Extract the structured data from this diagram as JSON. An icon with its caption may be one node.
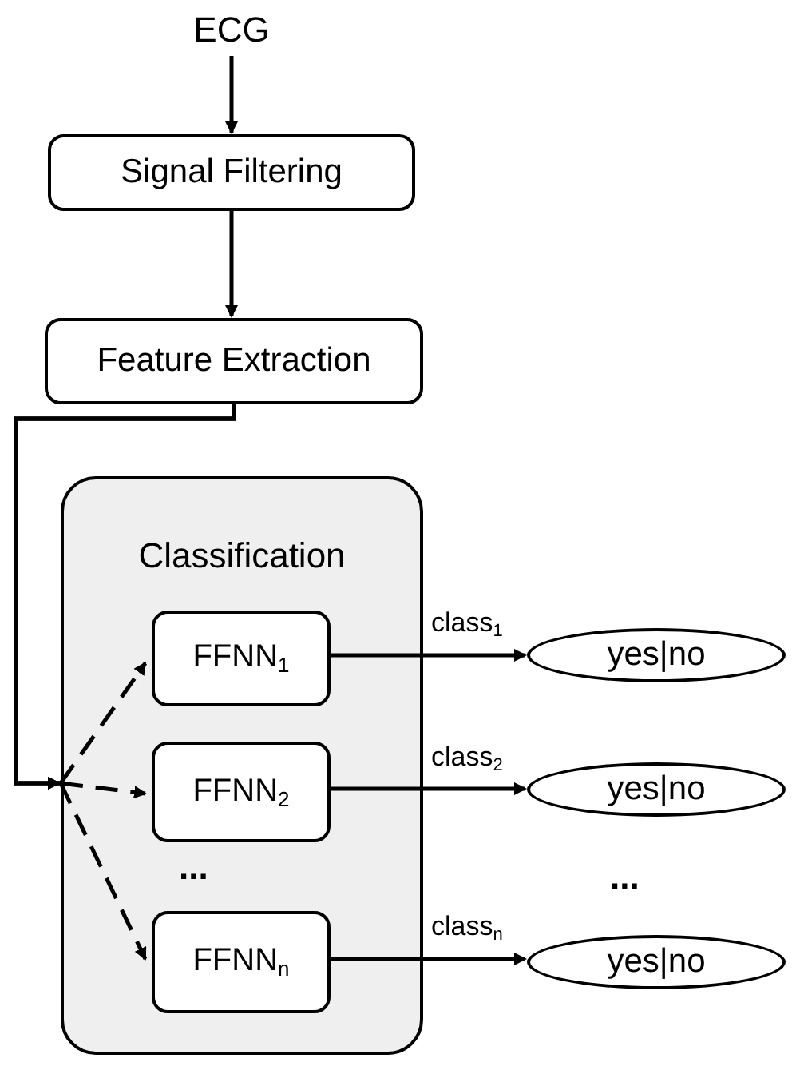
{
  "diagram": {
    "nodes": [
      {
        "text": [
          "ECG"
        ]
      },
      {
        "text": [
          "Signal Filtering"
        ]
      },
      {
        "text": [
          "Feature Extraction"
        ]
      },
      {
        "text": [
          "Classification"
        ]
      },
      {
        "text": [
          "FFNN$_{1}$"
        ],
        "in": 3
      },
      {
        "text": [
          "FFNN$_{2}$"
        ],
        "in": 3
      },
      {
        "text": [
          "FFNN$_{n}$"
        ],
        "in": 3
      },
      {
        "text": [
          "yes|no"
        ]
      },
      {
        "text": [
          "yes|no"
        ]
      },
      {
        "text": [
          "yes|no"
        ]
      }
    ],
    "edges": [
      {
        "from": 0,
        "to": 1,
        "arrow": "to"
      },
      {
        "from": 1,
        "to": 2,
        "arrow": "to"
      },
      {
        "from": 2,
        "to": 4,
        "arrow": "to",
        "style": "dashed"
      },
      {
        "from": 2,
        "to": 5,
        "arrow": "to",
        "style": "dashed"
      },
      {
        "from": 2,
        "to": 6,
        "arrow": "to",
        "style": "dashed"
      },
      {
        "from": 4,
        "to": 7,
        "arrow": "to",
        "label": "class$_{1}$"
      },
      {
        "from": 5,
        "to": 8,
        "arrow": "to",
        "label": "class$_{2}$"
      },
      {
        "from": 6,
        "to": 9,
        "arrow": "to",
        "label": "class$_{n}$"
      }
    ],
    "labels": [
      "...",
      "..."
    ]
  }
}
